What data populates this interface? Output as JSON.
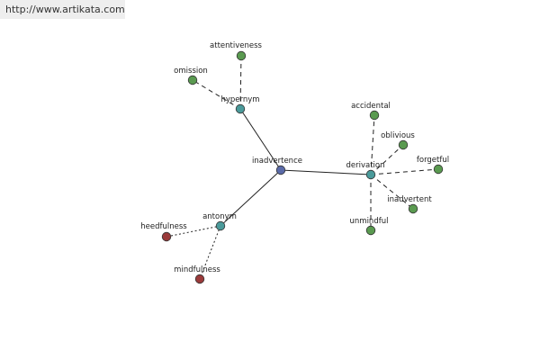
{
  "banner": {
    "url": "http://www.artikata.com"
  },
  "colors": {
    "edge": "#222222",
    "center_node": "#5a6aa8",
    "relation_node": "#4a9a9a",
    "word_node": "#5a9a50",
    "antonym_word_node": "#9a3a3a",
    "node_stroke": "#333333"
  },
  "graph": {
    "nodes": [
      {
        "id": "inadvertence",
        "label": "inadvertence",
        "kind": "center"
      },
      {
        "id": "hypernym",
        "label": "hypernym",
        "kind": "relation"
      },
      {
        "id": "derivation",
        "label": "derivation",
        "kind": "relation"
      },
      {
        "id": "antonym",
        "label": "antonym",
        "kind": "relation"
      },
      {
        "id": "attentiveness",
        "label": "attentiveness",
        "kind": "word"
      },
      {
        "id": "omission",
        "label": "omission",
        "kind": "word"
      },
      {
        "id": "accidental",
        "label": "accidental",
        "kind": "word"
      },
      {
        "id": "oblivious",
        "label": "oblivious",
        "kind": "word"
      },
      {
        "id": "forgetful",
        "label": "forgetful",
        "kind": "word"
      },
      {
        "id": "inadvertent",
        "label": "inadvertent",
        "kind": "word"
      },
      {
        "id": "unmindful",
        "label": "unmindful",
        "kind": "word"
      },
      {
        "id": "heedfulness",
        "label": "heedfulness",
        "kind": "antonym_word"
      },
      {
        "id": "mindfulness",
        "label": "mindfulness",
        "kind": "antonym_word"
      }
    ],
    "edges": [
      {
        "from": "inadvertence",
        "to": "hypernym",
        "style": "solid"
      },
      {
        "from": "inadvertence",
        "to": "derivation",
        "style": "solid"
      },
      {
        "from": "inadvertence",
        "to": "antonym",
        "style": "solid"
      },
      {
        "from": "hypernym",
        "to": "attentiveness",
        "style": "dashed"
      },
      {
        "from": "hypernym",
        "to": "omission",
        "style": "dashed"
      },
      {
        "from": "derivation",
        "to": "accidental",
        "style": "dashed"
      },
      {
        "from": "derivation",
        "to": "oblivious",
        "style": "dashed"
      },
      {
        "from": "derivation",
        "to": "forgetful",
        "style": "dashed"
      },
      {
        "from": "derivation",
        "to": "inadvertent",
        "style": "dashed"
      },
      {
        "from": "derivation",
        "to": "unmindful",
        "style": "dashed"
      },
      {
        "from": "antonym",
        "to": "heedfulness",
        "style": "dotted"
      },
      {
        "from": "antonym",
        "to": "mindfulness",
        "style": "dotted"
      }
    ]
  }
}
